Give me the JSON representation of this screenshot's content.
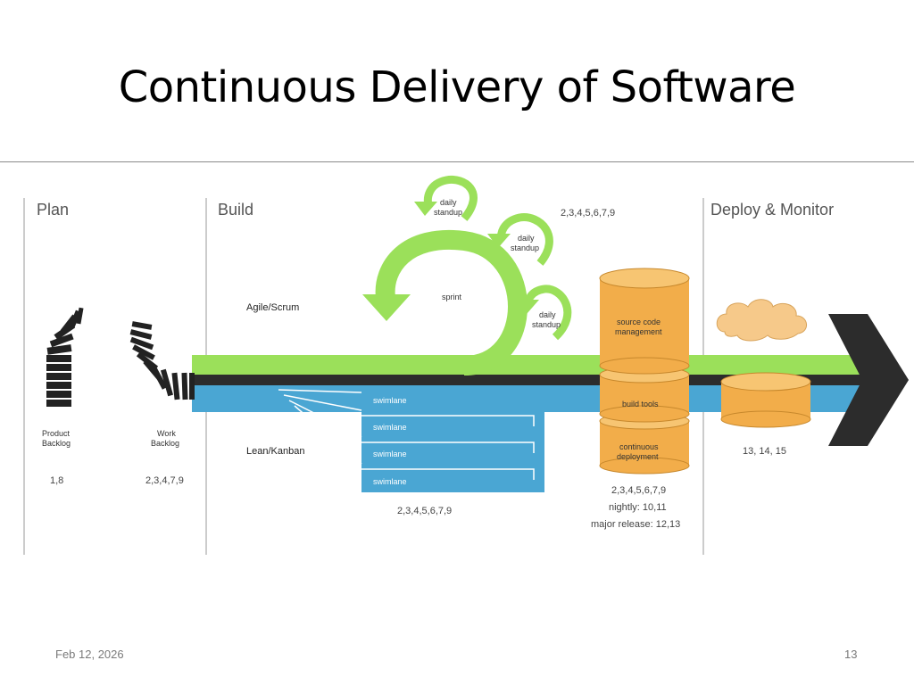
{
  "slide": {
    "title": "Continuous Delivery of Software",
    "date": "Feb 12, 2026",
    "page_number": "13"
  },
  "diagram": {
    "sections": {
      "plan": "Plan",
      "build": "Build",
      "deploy": "Deploy & Monitor"
    },
    "backlogs": {
      "product_line1": "Product",
      "product_line2": "Backlog",
      "product_refs": "1,8",
      "work_line1": "Work",
      "work_line2": "Backlog",
      "work_refs": "2,3,4,7,9"
    },
    "agile": {
      "label": "Agile/Scrum",
      "sprint": "sprint",
      "standup_line1": "daily",
      "standup_line2": "standup",
      "refs": "2,3,4,5,6,7,9"
    },
    "kanban": {
      "label": "Lean/Kanban",
      "swimlanes": [
        "swimlane",
        "swimlane",
        "swimlane",
        "swimlane"
      ],
      "refs": "2,3,4,5,6,7,9"
    },
    "tools": {
      "scm_line1": "source code",
      "scm_line2": "management",
      "build_tools": "build tools",
      "cd_line1": "continuous",
      "cd_line2": "deployment",
      "refs": "2,3,4,5,6,7,9",
      "nightly": "nightly: 10,11",
      "major": "major release: 12,13"
    },
    "deploy_refs": "13, 14, 15",
    "colors": {
      "green": "#9be05a",
      "blue": "#4aa6d3",
      "orange": "#f2ad4a",
      "cloud": "#f6c98a",
      "dark": "#2c2c2c"
    }
  }
}
